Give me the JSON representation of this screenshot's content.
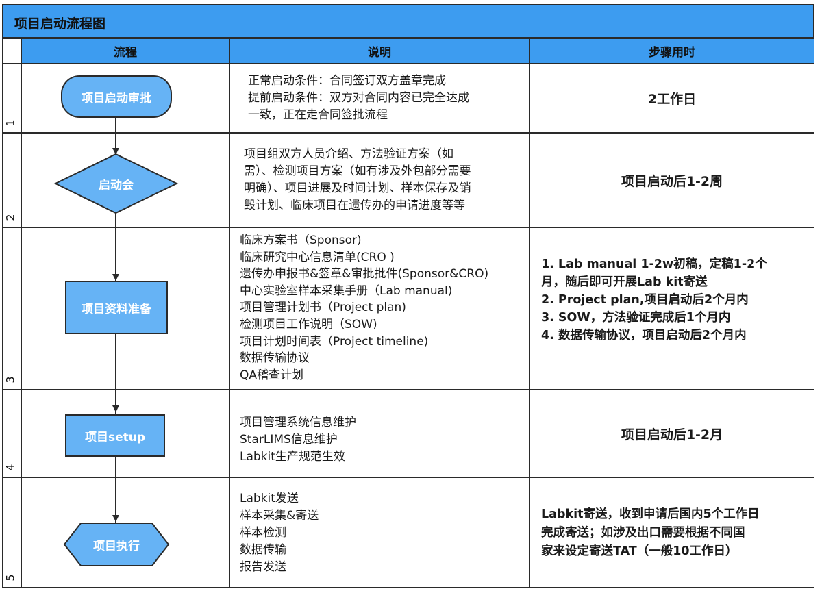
{
  "title": "项目启动流程图",
  "headers": {
    "flow": "流程",
    "desc": "说明",
    "time": "步骤用时"
  },
  "rows": [
    {
      "num": "1",
      "step": "项目启动审批",
      "desc": [
        "正常启动条件：合同签订双方盖章完成",
        "提前启动条件：双方对合同内容已完全达成",
        "一致，正在走合同签批流程"
      ],
      "time": "2工作日"
    },
    {
      "num": "2",
      "step": "启动会",
      "desc": [
        "项目组双方人员介绍、方法验证方案（如",
        "需）、检测项目方案（如有涉及外包部分需要",
        "明确）、项目进展及时间计划、样本保存及销",
        "毁计划、临床项目在遗传办的申请进度等等"
      ],
      "time": "项目启动后1-2周"
    },
    {
      "num": "3",
      "step": "项目资料准备",
      "desc": [
        "临床方案书（Sponsor)",
        "临床研究中心信息清单(CRO )",
        "遗传办申报书&签章&审批批件(Sponsor&CRO)",
        "中心实验室样本采集手册（Lab manual)",
        "项目管理计划书（Project plan)",
        "检测项目工作说明（SOW)",
        "项目计划时间表（Project timeline)",
        "数据传输协议",
        "QA稽查计划"
      ],
      "time_lines": [
        "1. Lab manual 1-2w初稿，定稿1-2个",
        "月，随后即可开展Lab kit寄送",
        "2. Project plan,项目启动后2个月内",
        "3. SOW，方法验证完成后1个月内",
        "4. 数据传输协议，项目启动后2个月内"
      ]
    },
    {
      "num": "4",
      "step": "项目setup",
      "desc": [
        "项目管理系统信息维护",
        "StarLIMS信息维护",
        "Labkit生产规范生效"
      ],
      "time": "项目启动后1-2月"
    },
    {
      "num": "5",
      "step": "项目执行",
      "desc": [
        "Labkit发送",
        "样本采集&寄送",
        "样本检测",
        "数据传输",
        "报告发送"
      ],
      "time_lines": [
        "Labkit寄送，收到申请后国内5个工作日",
        "完成寄送；如涉及出口需要根据不同国",
        "家来设定寄送TAT（一般10工作日）"
      ]
    }
  ],
  "colors": {
    "header_blue": "#3d9cf0",
    "shape_blue": "#66b3f5",
    "border": "#2a2a2a"
  }
}
